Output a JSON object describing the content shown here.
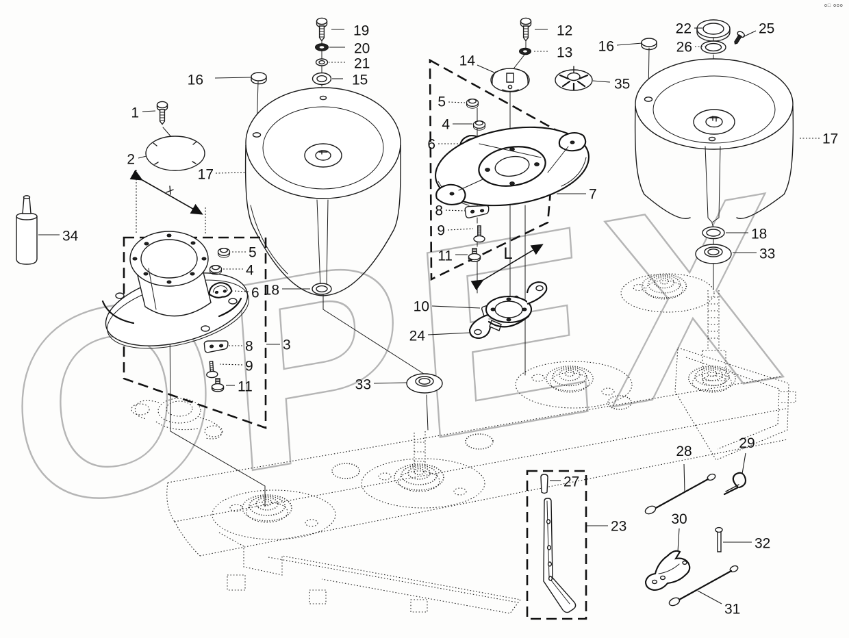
{
  "diagram": {
    "watermark": "OPEX",
    "corner_marks": "o□ ooo",
    "dimension_label": "L",
    "callouts": [
      {
        "part": "19"
      },
      {
        "part": "20"
      },
      {
        "part": "21"
      },
      {
        "part": "15"
      },
      {
        "part": "16"
      },
      {
        "part": "1"
      },
      {
        "part": "2"
      },
      {
        "part": "17"
      },
      {
        "part": "12"
      },
      {
        "part": "13"
      },
      {
        "part": "14"
      },
      {
        "part": "35"
      },
      {
        "part": "5"
      },
      {
        "part": "4"
      },
      {
        "part": "6"
      },
      {
        "part": "7"
      },
      {
        "part": "8"
      },
      {
        "part": "9"
      },
      {
        "part": "11"
      },
      {
        "part": "10"
      },
      {
        "part": "24"
      },
      {
        "part": "22"
      },
      {
        "part": "25"
      },
      {
        "part": "26"
      },
      {
        "part": "16"
      },
      {
        "part": "17"
      },
      {
        "part": "18"
      },
      {
        "part": "33"
      },
      {
        "part": "34"
      },
      {
        "part": "5"
      },
      {
        "part": "4"
      },
      {
        "part": "6"
      },
      {
        "part": "18"
      },
      {
        "part": "3"
      },
      {
        "part": "8"
      },
      {
        "part": "9"
      },
      {
        "part": "11"
      },
      {
        "part": "33"
      },
      {
        "part": "27"
      },
      {
        "part": "23"
      },
      {
        "part": "28"
      },
      {
        "part": "29"
      },
      {
        "part": "30"
      },
      {
        "part": "32"
      },
      {
        "part": "31"
      }
    ]
  }
}
